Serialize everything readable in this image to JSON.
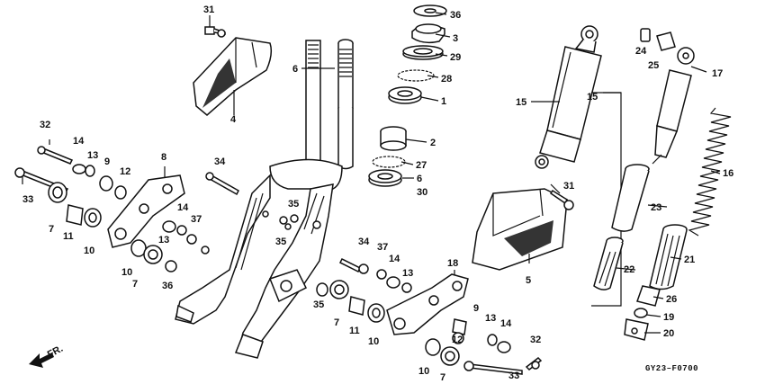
{
  "diagram_code": "GY23–F0700",
  "front_indicator": "FR.",
  "callouts": {
    "p1": "1",
    "p2": "2",
    "p3": "3",
    "p4": "4",
    "p5": "5",
    "p6a": "6",
    "p6b": "6",
    "p7a": "7",
    "p7b": "7",
    "p7c": "7",
    "p7d": "7",
    "p8": "8",
    "p9a": "9",
    "p9b": "9",
    "p10a": "10",
    "p10b": "10",
    "p10c": "10",
    "p10d": "10",
    "p11a": "11",
    "p11b": "11",
    "p12a": "12",
    "p12b": "12",
    "p13a": "13",
    "p13b": "13",
    "p13c": "13",
    "p13d": "13",
    "p14a": "14",
    "p14b": "14",
    "p14c": "14",
    "p14d": "14",
    "p15a": "15",
    "p15b": "15",
    "p16": "16",
    "p17": "17",
    "p18": "18",
    "p19": "19",
    "p20": "20",
    "p21": "21",
    "p22": "22",
    "p23": "23",
    "p24": "24",
    "p25": "25",
    "p26": "26",
    "p27": "27",
    "p28": "28",
    "p29": "29",
    "p30": "30",
    "p31a": "31",
    "p31b": "31",
    "p32a": "32",
    "p32b": "32",
    "p33a": "33",
    "p33b": "33",
    "p34a": "34",
    "p34b": "34",
    "p35a": "35",
    "p35b": "35",
    "p35c": "35",
    "p36a": "36",
    "p36b": "36",
    "p37a": "37",
    "p37b": "37"
  }
}
